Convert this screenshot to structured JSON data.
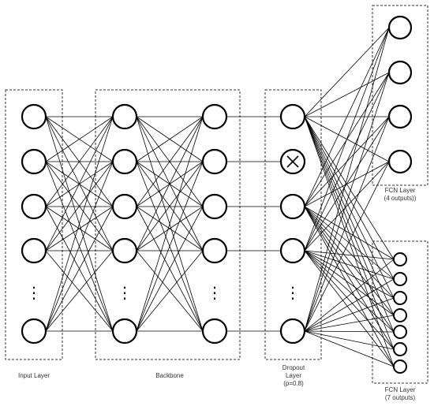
{
  "diagram": {
    "input_layer": {
      "label": "Input Layer"
    },
    "backbone": {
      "label": "Backbone"
    },
    "dropout": {
      "label_line1": "Dropout",
      "label_line2": "Layer",
      "label_line3": "(p=0.8)"
    },
    "fcn_top": {
      "label_line1": "FCN Layer",
      "label_line2": "(4 outputs))"
    },
    "fcn_bottom": {
      "label_line1": "FCN Layer",
      "label_line2": "(7 outputs)"
    },
    "ellipsis": "⋮",
    "dropped_icon": "x-icon",
    "colors": {
      "stroke": "#000000",
      "box": "#333333",
      "fill": "#ffffff"
    }
  }
}
